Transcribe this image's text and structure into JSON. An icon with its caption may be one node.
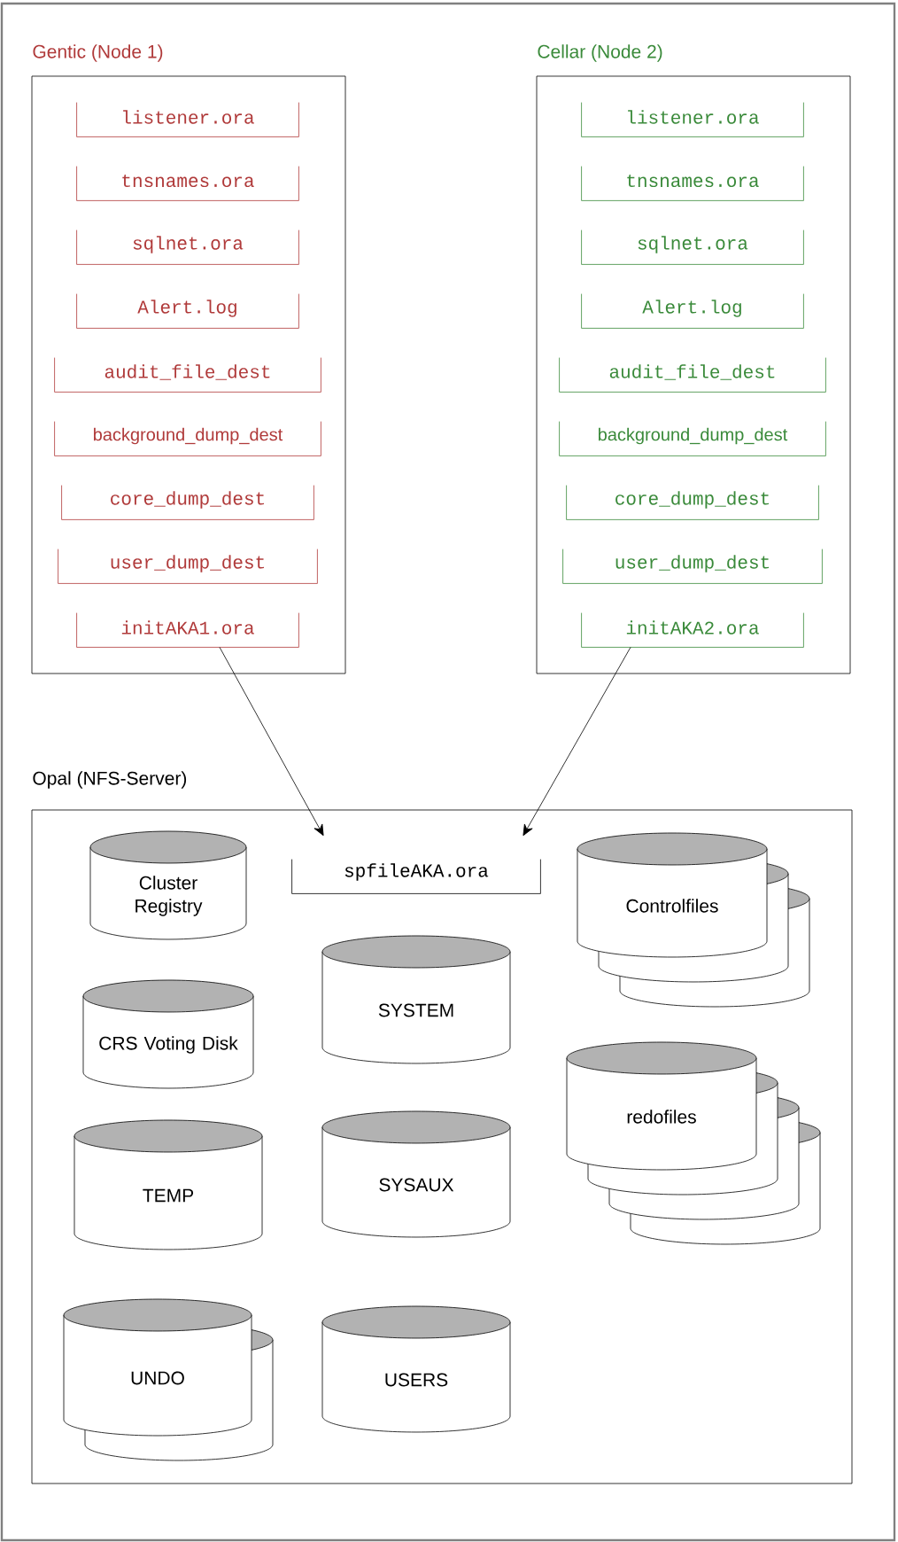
{
  "diagram": {
    "nodes": [
      {
        "text": [
          "Gentic (Node 1)"
        ]
      },
      {
        "text": [
          "listener.ora"
        ],
        "in": 0
      },
      {
        "text": [
          "tnsnames.ora"
        ],
        "in": 0
      },
      {
        "text": [
          "sqlnet.ora"
        ],
        "in": 0
      },
      {
        "text": [
          "Alert.log"
        ],
        "in": 0
      },
      {
        "text": [
          "audit_file_dest"
        ],
        "in": 0
      },
      {
        "text": [
          "background_dump_dest"
        ],
        "in": 0
      },
      {
        "text": [
          "core_dump_dest"
        ],
        "in": 0
      },
      {
        "text": [
          "user_dump_dest"
        ],
        "in": 0
      },
      {
        "text": [
          "initAKA1.ora"
        ],
        "in": 0
      },
      {
        "text": [
          "Cellar (Node 2)"
        ]
      },
      {
        "text": [
          "listener.ora"
        ],
        "in": 10
      },
      {
        "text": [
          "tnsnames.ora"
        ],
        "in": 10
      },
      {
        "text": [
          "sqlnet.ora"
        ],
        "in": 10
      },
      {
        "text": [
          "Alert.log"
        ],
        "in": 10
      },
      {
        "text": [
          "audit_file_dest"
        ],
        "in": 10
      },
      {
        "text": [
          "background_dump_dest"
        ],
        "in": 10
      },
      {
        "text": [
          "core_dump_dest"
        ],
        "in": 10
      },
      {
        "text": [
          "user_dump_dest"
        ],
        "in": 10
      },
      {
        "text": [
          "initAKA2.ora"
        ],
        "in": 10
      },
      {
        "text": [
          "Opal (NFS-Server)"
        ]
      },
      {
        "text": [
          "spfileAKA.ora"
        ],
        "in": 20
      },
      {
        "text": [
          "Cluster Registry"
        ],
        "in": 20
      },
      {
        "text": [
          "Controlfiles"
        ],
        "in": 20
      },
      {
        "text": [
          "CRS Voting Disk"
        ],
        "in": 20
      },
      {
        "text": [
          "SYSTEM"
        ],
        "in": 20
      },
      {
        "text": [
          "redofiles"
        ],
        "in": 20
      },
      {
        "text": [
          "TEMP"
        ],
        "in": 20
      },
      {
        "text": [
          "SYSAUX"
        ],
        "in": 20
      },
      {
        "text": [
          "UNDO"
        ],
        "in": 20
      },
      {
        "text": [
          "USERS"
        ],
        "in": 20
      }
    ],
    "edges": [
      {
        "from": 9,
        "to": 21,
        "arrow": "to"
      },
      {
        "from": 19,
        "to": 21,
        "arrow": "to"
      }
    ]
  }
}
